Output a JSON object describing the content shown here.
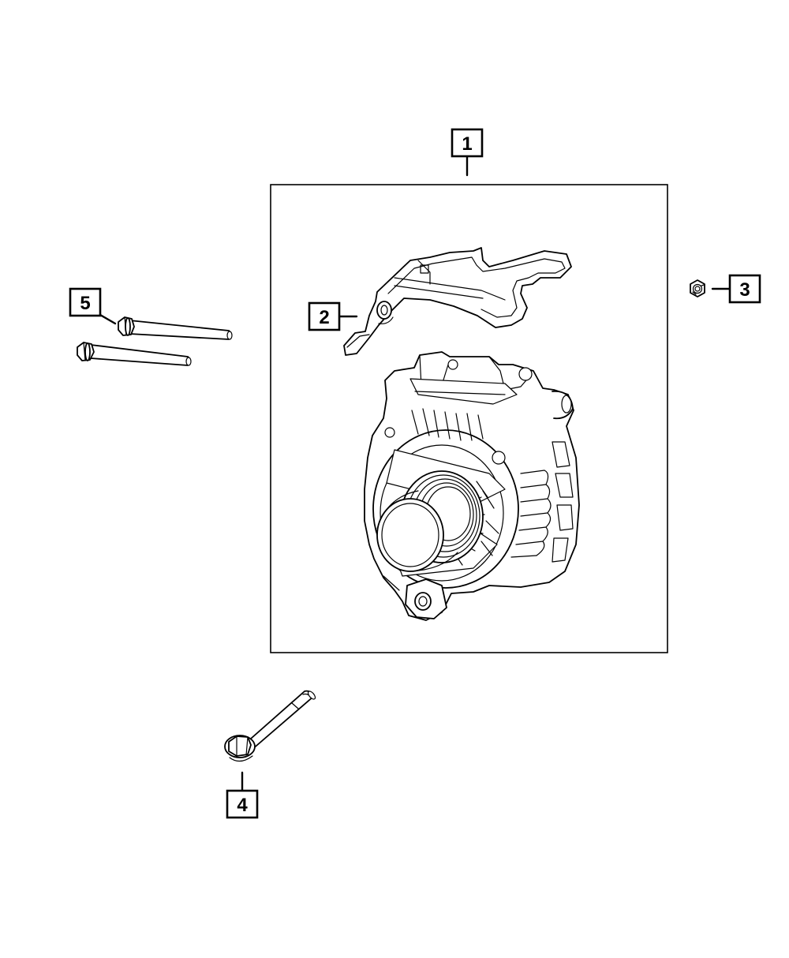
{
  "callouts": {
    "c1": "1",
    "c2": "2",
    "c3": "3",
    "c4": "4",
    "c5": "5"
  },
  "parts": {
    "alternator": "alternator-icon",
    "bracket": "bracket-icon",
    "nut": "nut-icon",
    "long_bolt": "bolt-icon",
    "short_bolts": "bolt-icon"
  }
}
